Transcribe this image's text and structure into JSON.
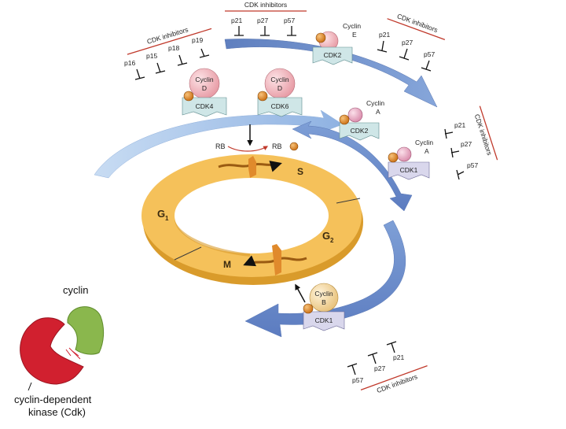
{
  "colors": {
    "arrow_dark": "#6f8fc9",
    "arrow_light": "#a9c4ea",
    "ring": "#f5c15a",
    "ring_dark": "#d99b2b",
    "inhibitor_rule": "#c0392b",
    "cyclin_fill": "#f1b6bd",
    "cdk_fill": "#cfe6e7",
    "phosphate": "#e08a2c",
    "cdk1_fill": "#d9d7ec",
    "cyclinB_fill": "#f6ddb0",
    "cyclin_green": "#8ab74d",
    "cdk_red": "#d1202f"
  },
  "inhibitor_groups": {
    "top_left": {
      "title": "CDK inhibitors",
      "items": [
        "p16",
        "p15",
        "p18",
        "p19"
      ]
    },
    "top_center": {
      "title": "CDK inhibitors",
      "items": [
        "p21",
        "p27",
        "p57"
      ]
    },
    "top_right": {
      "title": "CDK inhibitors",
      "items": [
        "p21",
        "p27",
        "p57"
      ]
    },
    "right": {
      "title": "CDK inhibitors",
      "items": [
        "p21",
        "p27",
        "p57"
      ]
    },
    "bottom_right": {
      "title": "CDK inhibitors",
      "items": [
        "p57",
        "p27",
        "p21"
      ]
    }
  },
  "complexes": {
    "cdk4": {
      "cyclin": [
        "Cyclin",
        "D"
      ],
      "cdk": "CDK4"
    },
    "cdk6": {
      "cyclin": [
        "Cyclin",
        "D"
      ],
      "cdk": "CDK6"
    },
    "cdk2_e": {
      "cyclin": [
        "Cyclin",
        "E"
      ],
      "cdk": "CDK2"
    },
    "cdk2_a": {
      "cyclin": [
        "Cyclin",
        "A"
      ],
      "cdk": "CDK2"
    },
    "cdk1_a": {
      "cyclin": [
        "Cyclin",
        "A"
      ],
      "cdk": "CDK1"
    },
    "cdk1_b": {
      "cyclin": [
        "Cyclin",
        "B"
      ],
      "cdk": "CDK1"
    }
  },
  "rb": {
    "left": "RB",
    "right": "RB"
  },
  "phases": {
    "g1": "G1",
    "g1_sub": "1",
    "g1_main": "G",
    "s": "S",
    "g2_main": "G",
    "g2_sub": "2",
    "m": "M"
  },
  "legend": {
    "cyclin": "cyclin",
    "kinase_line1": "cyclin-dependent",
    "kinase_line2": "kinase (Cdk)"
  }
}
